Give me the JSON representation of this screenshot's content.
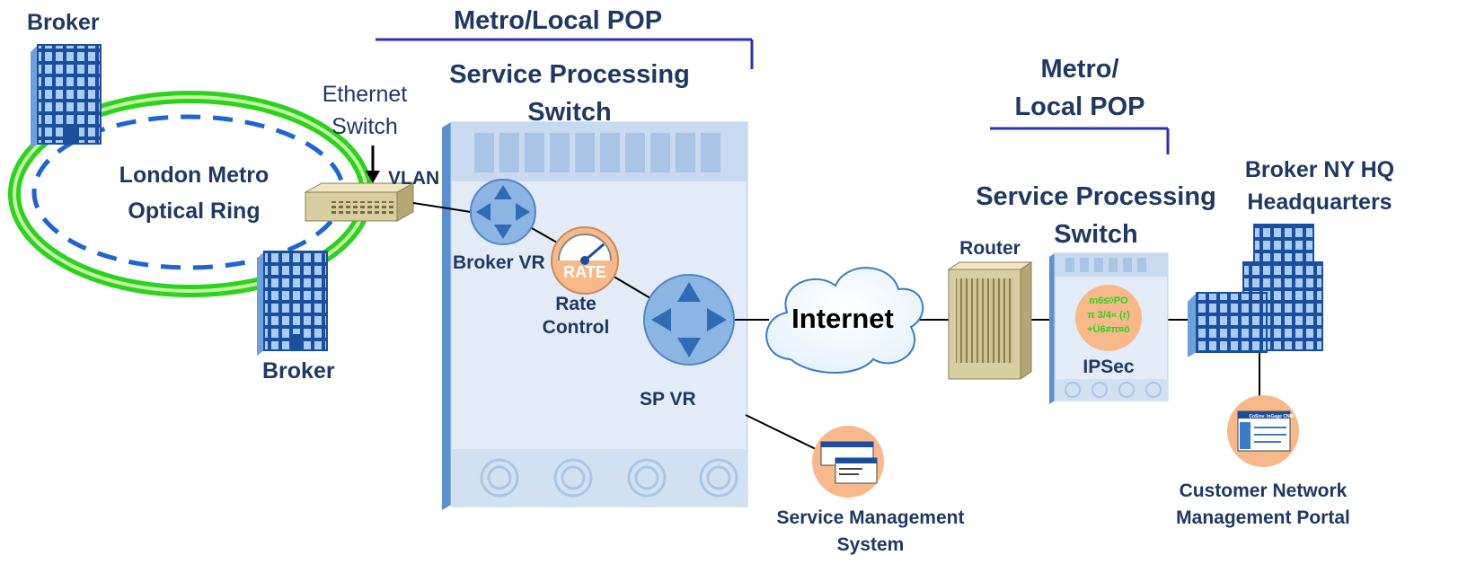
{
  "labels": {
    "broker_top": "Broker",
    "broker_bottom": "Broker",
    "metro_pop_left": "Metro/Local POP",
    "metro_pop_right_1": "Metro/",
    "metro_pop_right_2": "Local POP",
    "sps_left_1": "Service Processing",
    "sps_left_2": "Switch",
    "sps_right_1": "Service Processing",
    "sps_right_2": "Switch",
    "ethernet_switch_1": "Ethernet",
    "ethernet_switch_2": "Switch",
    "vlan": "VLAN",
    "ring_1": "London Metro",
    "ring_2": "Optical Ring",
    "broker_vr": "Broker VR",
    "rate_control_1": "Rate",
    "rate_control_2": "Control",
    "rate_badge": "RATE",
    "sp_vr": "SP VR",
    "internet": "Internet",
    "router": "Router",
    "ipsec": "IPSec",
    "ipsec_glyphs": [
      "m6≤◊PO",
      "π 3/4« (r)",
      "+Ü6≠π¤ö"
    ],
    "hq_1": "Broker NY HQ",
    "hq_2": "Headquarters",
    "sms_1": "Service Management",
    "sms_2": "System",
    "cnmp_1": "Customer Network",
    "cnmp_2": "Management Portal",
    "portal_brand": "CoSine",
    "portal_title": "InGage CNM"
  },
  "colors": {
    "label_navy": "#1f3864",
    "pop_line": "#2e2eb8",
    "ring_green": "#2bd21e",
    "ring_dash": "#1f63d6",
    "chassis": "#dfe9f4",
    "router_blue": "#4f86c8",
    "badge_orange": "#f7b98a",
    "building_blue": "#4f86d6",
    "switch_tan": "#d7cfa3"
  }
}
